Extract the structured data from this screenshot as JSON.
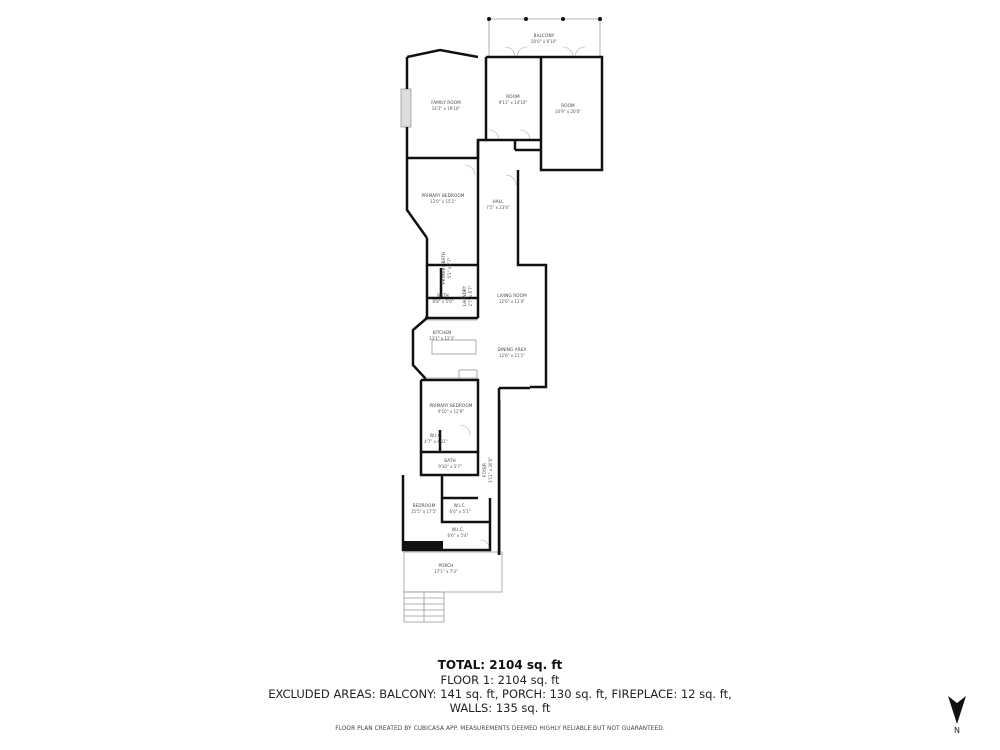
{
  "rooms": {
    "balcony": {
      "name": "BALCONY",
      "dims": "20'0\" x 6'10\""
    },
    "family_room": {
      "name": "FAMILY ROOM",
      "dims": "14'3\" x 19'10\""
    },
    "room_1": {
      "name": "ROOM",
      "dims": "9'11\" x 14'10\""
    },
    "room_2": {
      "name": "ROOM",
      "dims": "10'9\" x 20'0\""
    },
    "primary_bedroom_1": {
      "name": "PRIMARY BEDROOM",
      "dims": "12'0\" x 15'1\""
    },
    "hall": {
      "name": "HALL",
      "dims": "7'5\" x 23'6\""
    },
    "primary_bath": {
      "name": "PRIMARY BATH",
      "dims": "5'1\" x 7'7\""
    },
    "bath_1": {
      "name": "BATH",
      "dims": "8'8\" x 5'0\""
    },
    "laundry": {
      "name": "LAUNDRY",
      "dims": "2'7\" x 6'7\""
    },
    "living_room": {
      "name": "LIVING ROOM",
      "dims": "12'6\" x 11'4\""
    },
    "kitchen": {
      "name": "KITCHEN",
      "dims": "13'1\" x 12'3\""
    },
    "dining_area": {
      "name": "DINING AREA",
      "dims": "12'6\" x 11'1\""
    },
    "primary_bedroom_2": {
      "name": "PRIMARY BEDROOM",
      "dims": "9'10\" x 12'9\""
    },
    "wic_1": {
      "name": "W.I.C.",
      "dims": "4'7\" x 4'11\""
    },
    "bath_2": {
      "name": "BATH",
      "dims": "9'10\" x 5'7\""
    },
    "foyer": {
      "name": "FOYER",
      "dims": "3'11\" x 30'6\""
    },
    "bedroom": {
      "name": "BEDROOM",
      "dims": "15'5\" x 17'5\""
    },
    "wic_2": {
      "name": "W.I.C.",
      "dims": "6'6\" x 5'1\""
    },
    "wic_3": {
      "name": "W.I.C.",
      "dims": "6'6\" x 5'4\""
    },
    "porch": {
      "name": "PORCH",
      "dims": "17'1\" x 7'3\""
    }
  },
  "summary": {
    "total": "TOTAL: 2104 sq. ft",
    "floor": "FLOOR 1: 2104 sq. ft",
    "excluded": "EXCLUDED AREAS: BALCONY: 141 sq. ft, PORCH: 130 sq. ft, FIREPLACE: 12 sq. ft,",
    "walls": "WALLS: 135 sq. ft",
    "disclaimer": "FLOOR PLAN CREATED BY CUBICASA APP. MEASUREMENTS DEEMED HIGHLY RELIABLE BUT NOT GUARANTEED."
  },
  "compass": {
    "label": "N",
    "icon": "north-arrow-icon"
  },
  "colors": {
    "wall": "#111111",
    "thin_line": "#9a9a9a",
    "background": "#ffffff"
  }
}
